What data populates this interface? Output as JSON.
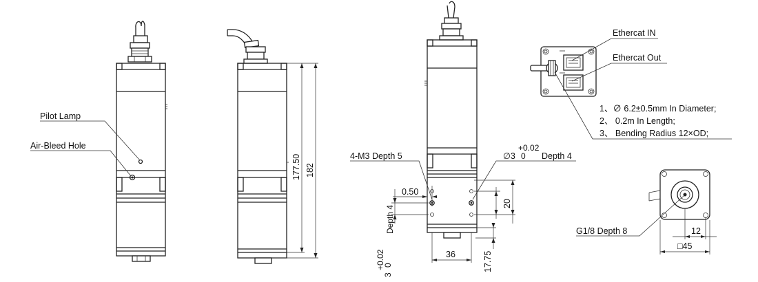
{
  "labels": {
    "pilot_lamp": "Pilot Lamp",
    "air_bleed_hole": "Air-Bleed Hole",
    "m3_depth": "4-M3 Depth 5",
    "phi3": "∅3",
    "phi3_tol_top": "+0.02",
    "phi3_tol_bottom": "0",
    "phi3_depth": "Depth 4",
    "ethercat_in": "Ethercat IN",
    "ethercat_out": "Ethercat Out",
    "g18_depth": "G1/8 Depth 8",
    "side_depth": "Depth 4",
    "side_tol_top": "+0.02",
    "side_tol_bottom": "0",
    "side_tol_value": "3"
  },
  "notes": [
    "1、∅ 6.2±0.5mm In Diameter;",
    "2、 0.2m In Length;",
    "3、 Bending Radius 12×OD;"
  ],
  "dimensions": {
    "length_inner": "177.50",
    "length_total": "182",
    "hole_offset": "0.50",
    "hole_spacing_v": "20",
    "hole_spacing_h": "36",
    "bottom_offset": "17.75",
    "flange_offset": "12",
    "flange_size": "□45"
  }
}
